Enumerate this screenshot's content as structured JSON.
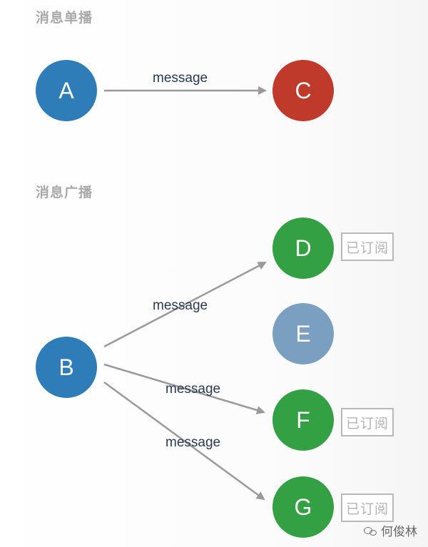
{
  "sections": {
    "unicast_title": "消息单播",
    "broadcast_title": "消息广播"
  },
  "nodes": {
    "A": {
      "label": "A",
      "color": "#2f7db8"
    },
    "B": {
      "label": "B",
      "color": "#2f7db8"
    },
    "C": {
      "label": "C",
      "color": "#bf3a2b"
    },
    "D": {
      "label": "D",
      "color": "#33a043"
    },
    "E": {
      "label": "E",
      "color": "#7a9fc0"
    },
    "F": {
      "label": "F",
      "color": "#33a043"
    },
    "G": {
      "label": "G",
      "color": "#33a043"
    }
  },
  "edges": {
    "AC": {
      "label": "message"
    },
    "BD": {
      "label": "message"
    },
    "BF": {
      "label": "message"
    },
    "BG": {
      "label": "message"
    }
  },
  "badges": {
    "D": "已订阅",
    "F": "已订阅",
    "G": "已订阅"
  },
  "watermark": {
    "text": "何俊林",
    "icon": "wechat-icon"
  }
}
